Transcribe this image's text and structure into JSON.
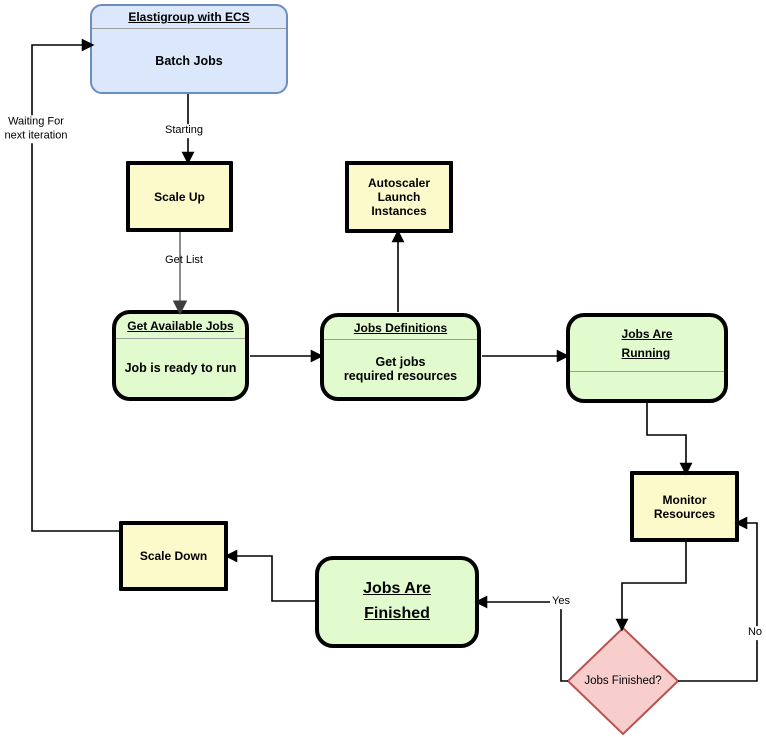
{
  "nodes": {
    "batch_jobs": {
      "title": "Elastigroup with ECS",
      "body": "Batch Jobs"
    },
    "scale_up": {
      "label": "Scale Up"
    },
    "autoscaler": {
      "label": "Autoscaler\nLaunch\nInstances"
    },
    "get_available_jobs": {
      "title": "Get Available Jobs",
      "body": "Job is ready to run"
    },
    "jobs_definitions": {
      "title": "Jobs Definitions",
      "body": "Get jobs\nrequired resources"
    },
    "jobs_are_running": {
      "title": "Jobs Are\nRunning"
    },
    "monitor_resources": {
      "label": "Monitor\nResources"
    },
    "jobs_finished": {
      "label": "Jobs Finished?"
    },
    "jobs_are_finished": {
      "title": "Jobs Are\nFinished"
    },
    "scale_down": {
      "label": "Scale Down"
    }
  },
  "edge_labels": {
    "starting": "Starting",
    "get_list": "Get List",
    "yes": "Yes",
    "no": "No",
    "waiting_for_next_iteration": "Waiting For\nnext iteration"
  },
  "colors": {
    "blue_fill": "#dbe8fb",
    "blue_border": "#6c8ebf",
    "yellow_fill": "#fcfacb",
    "green_fill": "#e1face",
    "pink_fill": "#f8cecc",
    "pink_border": "#b85450",
    "node_border": "#000000",
    "connector": "#000000",
    "connector_gray": "#7f7f7f",
    "divider": "#9d9d9d"
  }
}
